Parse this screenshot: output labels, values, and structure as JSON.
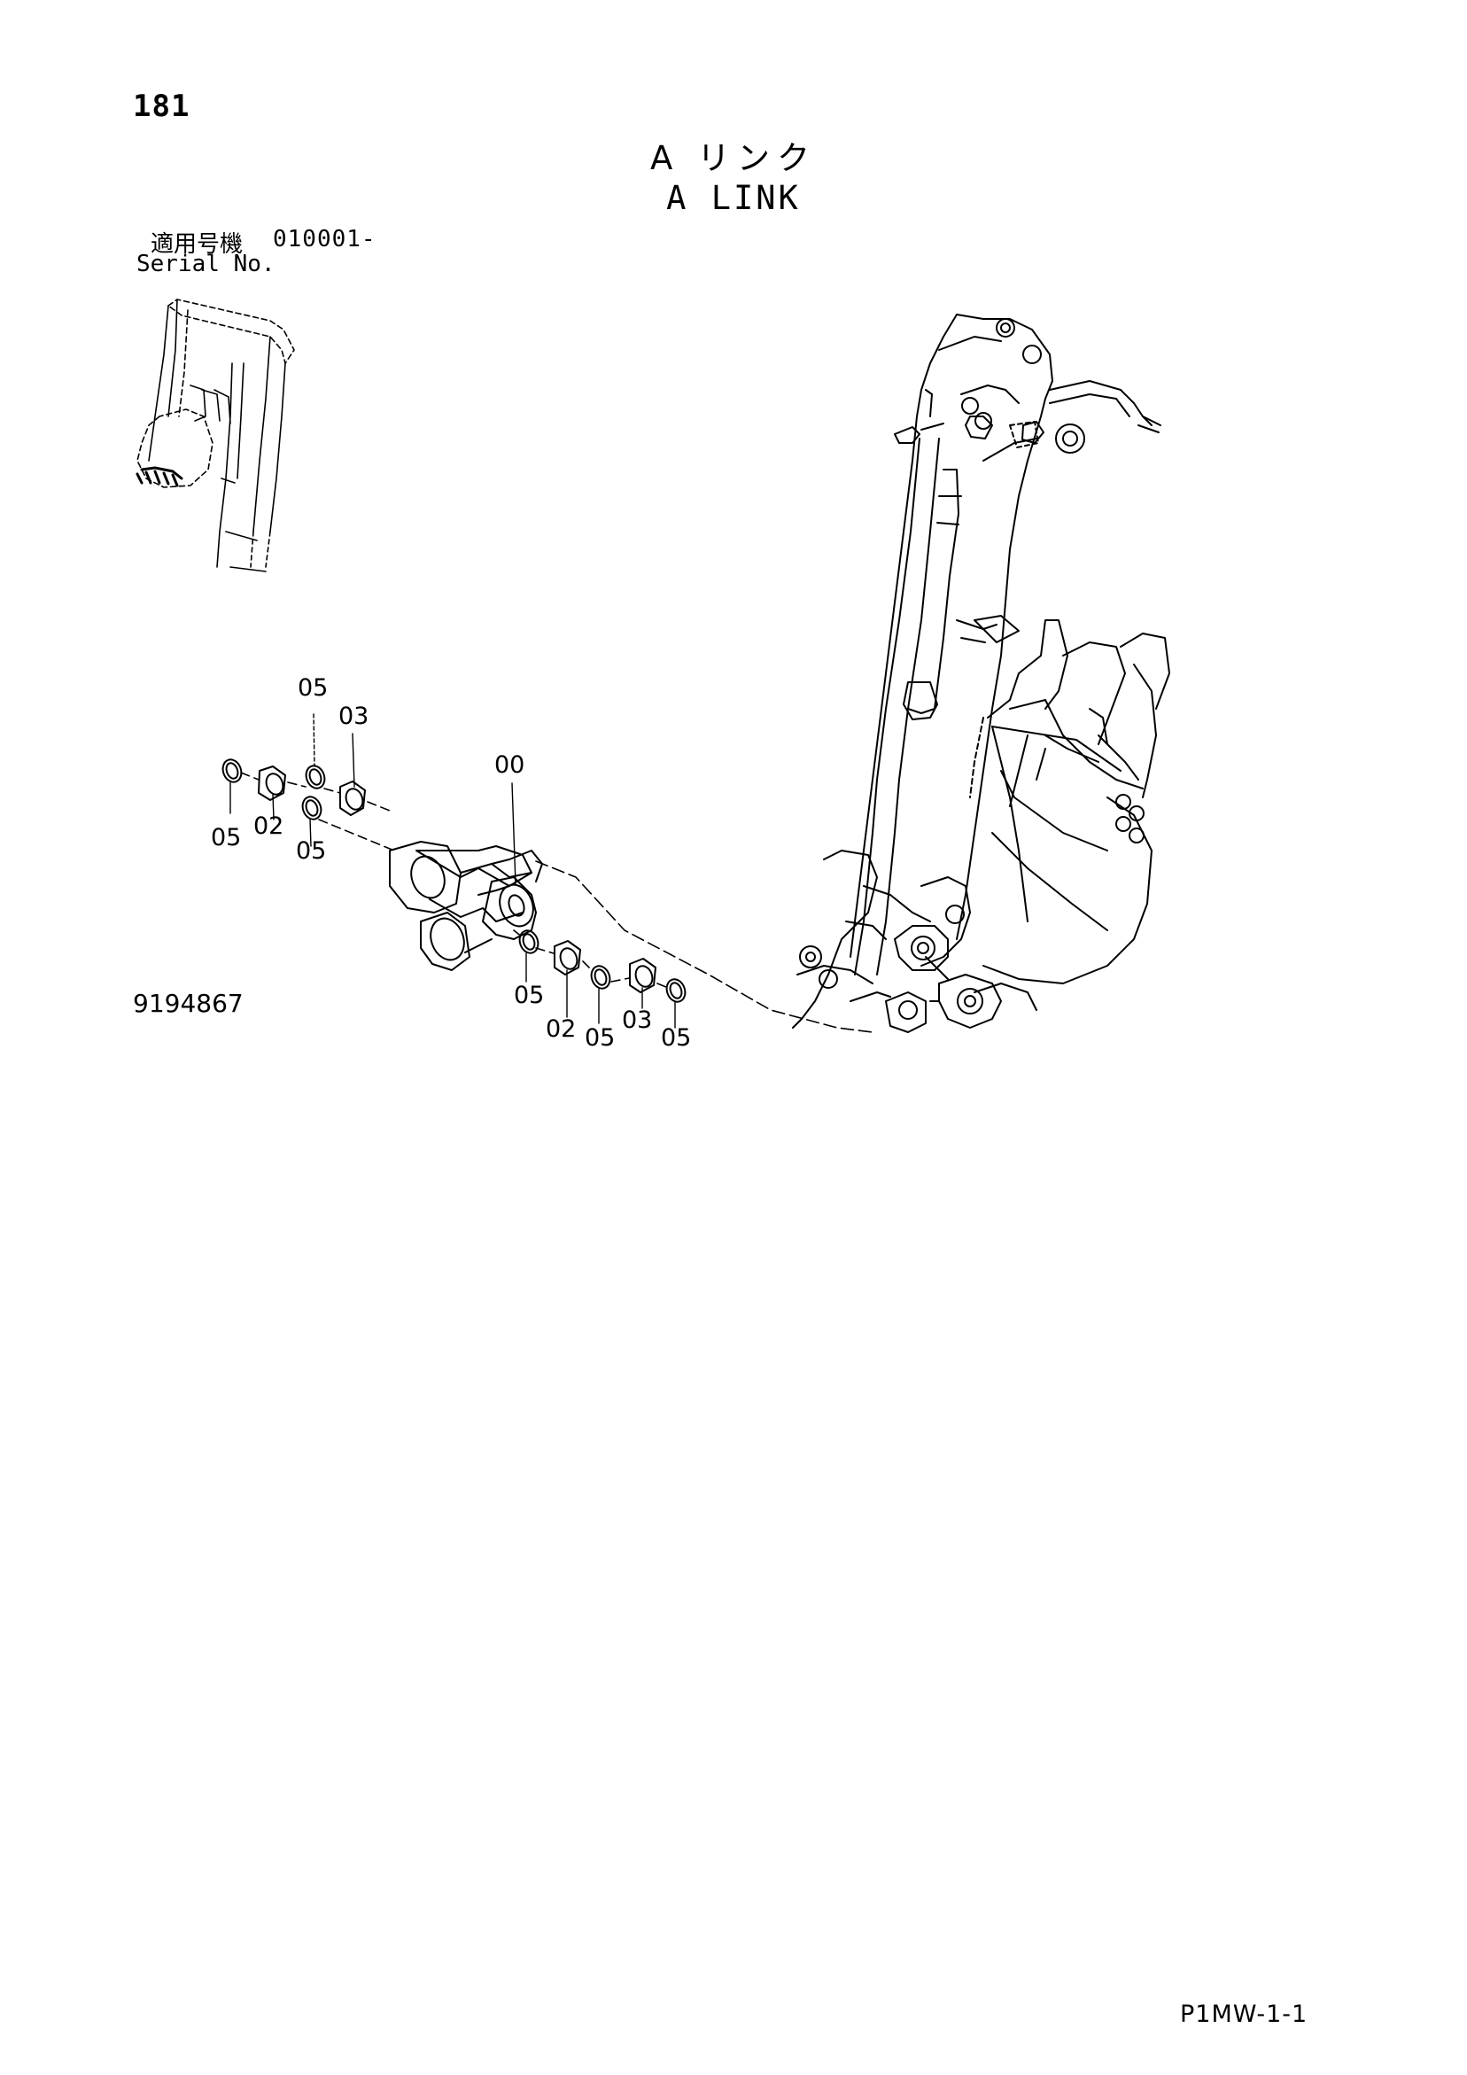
{
  "header": {
    "page_number": "181",
    "title_jp": "A リンク",
    "title_en": "A LINK",
    "serial_label_jp": "適用号機",
    "serial_range": "010001-",
    "serial_label_en": "Serial No."
  },
  "diagram": {
    "drawing_number": "9194867",
    "callouts": [
      {
        "id": "c-05-upper",
        "text": "05"
      },
      {
        "id": "c-03-upper",
        "text": "03"
      },
      {
        "id": "c-00",
        "text": "00"
      },
      {
        "id": "c-05-left",
        "text": "05"
      },
      {
        "id": "c-02-left",
        "text": "02"
      },
      {
        "id": "c-05-mid",
        "text": "05"
      },
      {
        "id": "c-05-low1",
        "text": "05"
      },
      {
        "id": "c-02-low",
        "text": "02"
      },
      {
        "id": "c-05-low2",
        "text": "05"
      },
      {
        "id": "c-03-low",
        "text": "03"
      },
      {
        "id": "c-05-low3",
        "text": "05"
      }
    ]
  },
  "footer": {
    "page_code": "P1MW-1-1"
  }
}
